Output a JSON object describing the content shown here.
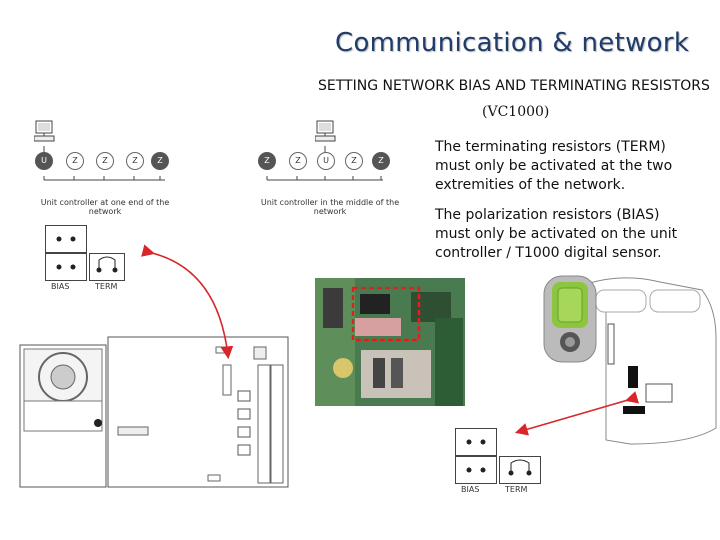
{
  "title": "Communication & network",
  "subtitle": "SETTING NETWORK BIAS AND TERMINATING RESISTORS",
  "model": "(VC1000)",
  "paragraph_term": "The terminating resistors (TERM) must only be activated at the two extremities of the network.",
  "paragraph_bias": "The polarization resistors (BIAS) must only be activated on the unit controller / T1000 digital sensor.",
  "network_left": {
    "caption": "Unit controller at one end of the network",
    "nodes": [
      "U",
      "Z",
      "Z",
      "Z",
      "Z"
    ]
  },
  "network_right": {
    "caption": "Unit controller in the middle of the network",
    "nodes": [
      "Z",
      "Z",
      "U",
      "Z",
      "Z"
    ]
  },
  "jumper_left": {
    "bias_label": "BIAS",
    "term_label": "TERM"
  },
  "jumper_bottom": {
    "bias_label": "BIAS",
    "term_label": "TERM"
  },
  "colors": {
    "title": "#1f3d6b",
    "arrow": "#d8262a",
    "highlight_box": "#e02020",
    "sensor_green": "#8cc63f"
  },
  "icons": [
    "computer-icon",
    "unit-controller-drawing",
    "board-photo",
    "t1000-sensor-drawing"
  ]
}
